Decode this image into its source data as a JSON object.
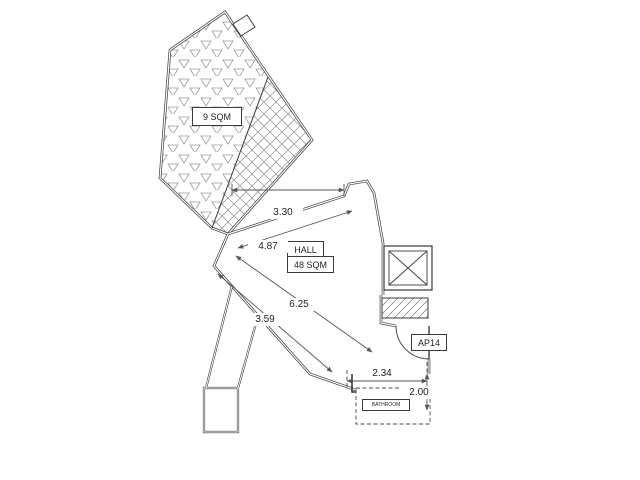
{
  "colors": {
    "ink": "#3a3a3a",
    "hatch": "#9a9a9a",
    "dimension": "#555555",
    "background": "#ffffff"
  },
  "plan": {
    "terrace": {
      "area_label": "9 SQM"
    },
    "hall": {
      "name_label": "HALL",
      "area_label": "48 SQM"
    },
    "unit": {
      "label": "AP14"
    },
    "bathroom": {
      "label": "BATHROOM"
    },
    "dimensions": {
      "top_width": "3.30",
      "upper_diagonal": "4.87",
      "main_diagonal": "6.25",
      "lower_diagonal": "3.59",
      "bottom_width": "2.34",
      "right_height": "2.00"
    }
  }
}
